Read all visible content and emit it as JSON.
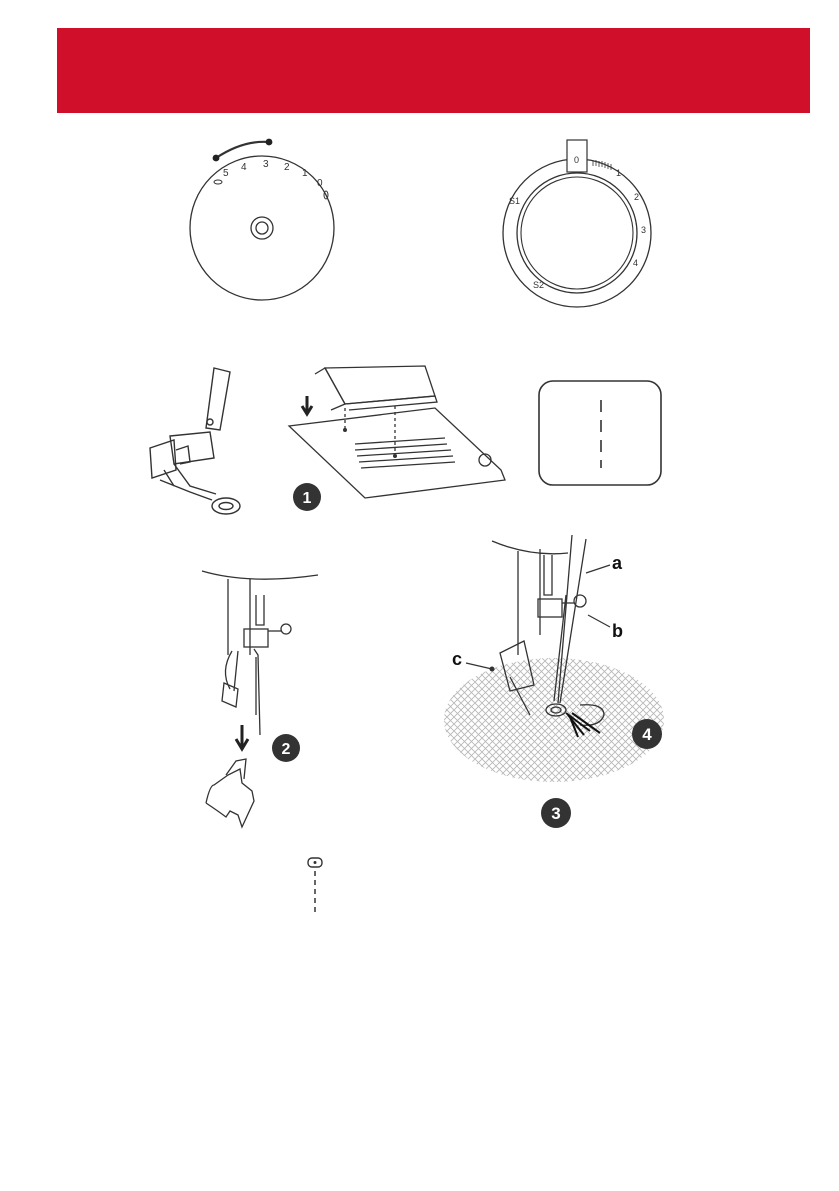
{
  "header": {
    "color": "#d0102b"
  },
  "pressure_dial": {
    "scale": [
      "5",
      "4",
      "3",
      "2",
      "1",
      "0"
    ]
  },
  "stitch_dial": {
    "marks": [
      "0",
      "1",
      "2",
      "3",
      "4",
      "S2",
      "S1"
    ]
  },
  "callouts": {
    "step1": "1",
    "step2": "2",
    "step3": "3",
    "step4": "4",
    "label_a": "a",
    "label_b": "b",
    "label_c": "c"
  }
}
